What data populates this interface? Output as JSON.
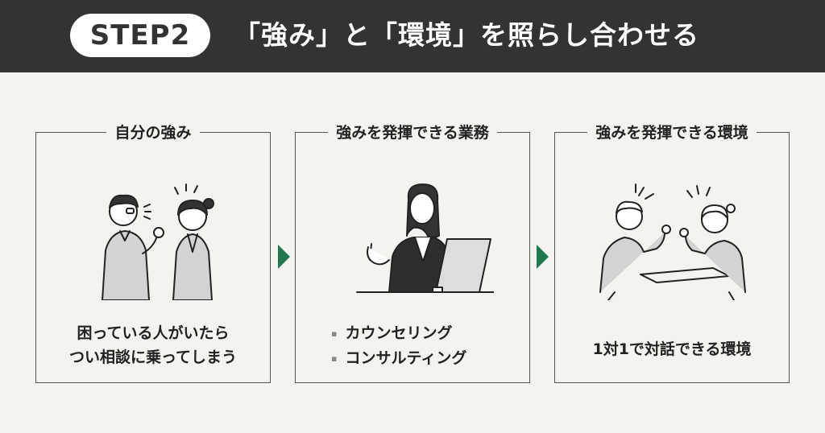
{
  "header": {
    "step": "STEP2",
    "title": "「強み」と「環境」を照らし合わせる"
  },
  "cards": [
    {
      "title": "自分の強み",
      "lines": [
        "困っている人がいたら",
        "つい相談に乗ってしまう"
      ],
      "illustration": "two-people-talking"
    },
    {
      "title": "強みを発揮できる業務",
      "items": [
        "カウンセリング",
        "コンサルティング"
      ],
      "illustration": "woman-at-laptop"
    },
    {
      "title": "強みを発揮できる環境",
      "lines": [
        "1対1で対話できる環境"
      ],
      "illustration": "two-people-at-table"
    }
  ],
  "colors": {
    "header_bg": "#333333",
    "arrow": "#1e7a4e",
    "background": "#f4f3f0"
  }
}
